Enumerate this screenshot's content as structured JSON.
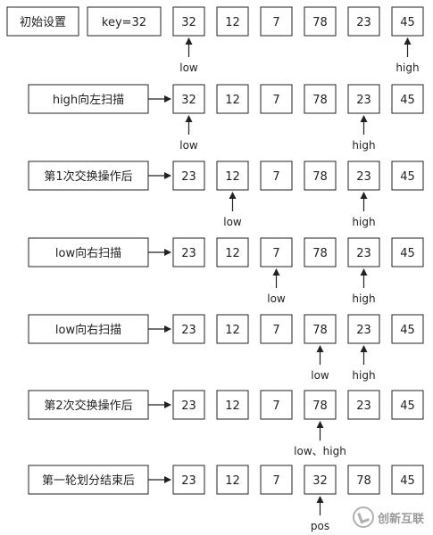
{
  "steps": [
    {
      "label": "初始设置",
      "values": [
        "32",
        "12",
        "7",
        "78",
        "23",
        "45"
      ],
      "markers": [
        {
          "cell": 0,
          "text": "low"
        },
        {
          "cell": 5,
          "text": "high"
        }
      ]
    },
    {
      "label": "high向左扫描",
      "values": [
        "32",
        "12",
        "7",
        "78",
        "23",
        "45"
      ],
      "markers": [
        {
          "cell": 0,
          "text": "low"
        },
        {
          "cell": 4,
          "text": "high"
        }
      ]
    },
    {
      "label": "第1次交换操作后",
      "values": [
        "23",
        "12",
        "7",
        "78",
        "23",
        "45"
      ],
      "markers": [
        {
          "cell": 1,
          "text": "low"
        },
        {
          "cell": 4,
          "text": "high"
        }
      ]
    },
    {
      "label": "low向右扫描",
      "values": [
        "23",
        "12",
        "7",
        "78",
        "23",
        "45"
      ],
      "markers": [
        {
          "cell": 2,
          "text": "low"
        },
        {
          "cell": 4,
          "text": "high"
        }
      ]
    },
    {
      "label": "low向右扫描",
      "values": [
        "23",
        "12",
        "7",
        "78",
        "23",
        "45"
      ],
      "markers": [
        {
          "cell": 3,
          "text": "low"
        },
        {
          "cell": 4,
          "text": "high"
        }
      ]
    },
    {
      "label": "第2次交换操作后",
      "values": [
        "23",
        "12",
        "7",
        "78",
        "23",
        "45"
      ],
      "markers": [
        {
          "cell": 3,
          "text": "low、high"
        }
      ]
    },
    {
      "label": "第一轮划分结束后",
      "values": [
        "23",
        "12",
        "7",
        "32",
        "78",
        "45"
      ],
      "markers": [
        {
          "cell": 3,
          "text": "pos"
        }
      ]
    }
  ],
  "key_label": "key=32",
  "watermark": "创新互联",
  "colors": {
    "stroke": "#222222",
    "fill": "#ffffff"
  }
}
